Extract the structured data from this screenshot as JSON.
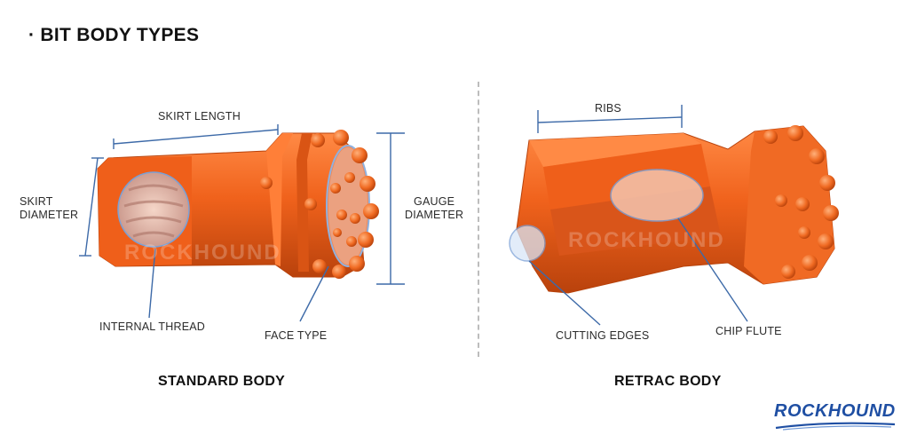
{
  "title": "· BIT BODY TYPES",
  "standard": {
    "caption": "STANDARD BODY",
    "labels": {
      "skirt_length": "SKIRT LENGTH",
      "skirt_diameter": "SKIRT\nDIAMETER",
      "gauge_diameter": "GAUGE\nDIAMETER",
      "internal_thread": "INTERNAL THREAD",
      "face_type": "FACE TYPE"
    }
  },
  "retrac": {
    "caption": "RETRAC BODY",
    "labels": {
      "ribs": "RIBS",
      "cutting_edges": "CUTTING EDGES",
      "chip_flute": "CHIP FLUTE"
    }
  },
  "watermark": "ROCKHOUND",
  "logo": "ROCKHOUND",
  "colors": {
    "bit_orange": "#f0621c",
    "bit_shadow": "#c94a10",
    "callout_blue": "#3d6aa8",
    "logo_blue": "#1f4fa3"
  }
}
